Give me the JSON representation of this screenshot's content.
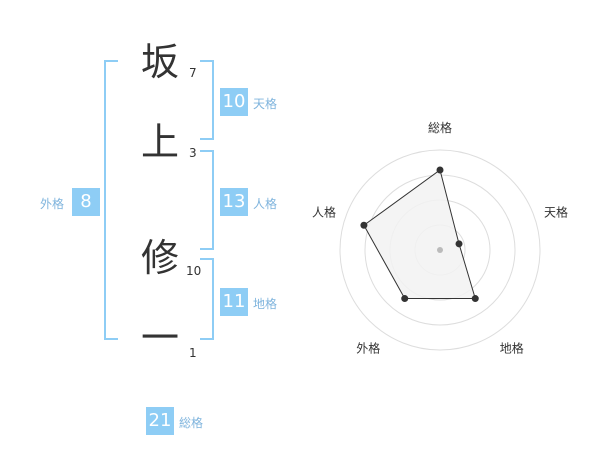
{
  "name": {
    "chars": [
      {
        "char": "坂",
        "strokes": "7"
      },
      {
        "char": "上",
        "strokes": "3"
      },
      {
        "char": "修",
        "strokes": "10"
      },
      {
        "char": "一",
        "strokes": "1"
      }
    ]
  },
  "fortunes": {
    "tenkaku": {
      "value": "10",
      "label": "天格"
    },
    "jinkaku": {
      "value": "13",
      "label": "人格"
    },
    "chikaku": {
      "value": "11",
      "label": "地格"
    },
    "gaikaku": {
      "value": "8",
      "label": "外格"
    },
    "soukaku": {
      "value": "21",
      "label": "総格"
    }
  },
  "colors": {
    "accent": "#8ecdf5",
    "label": "#7fb4dd",
    "text": "#333333",
    "radar_fill": "#f2f2f2",
    "ring": "#dddddd"
  },
  "chart_data": {
    "type": "radar",
    "axes": [
      "総格",
      "天格",
      "地格",
      "外格",
      "人格"
    ],
    "values": [
      0.8,
      0.2,
      0.6,
      0.6,
      0.8
    ],
    "range": [
      0,
      1
    ],
    "rings": 4,
    "grid": true
  }
}
